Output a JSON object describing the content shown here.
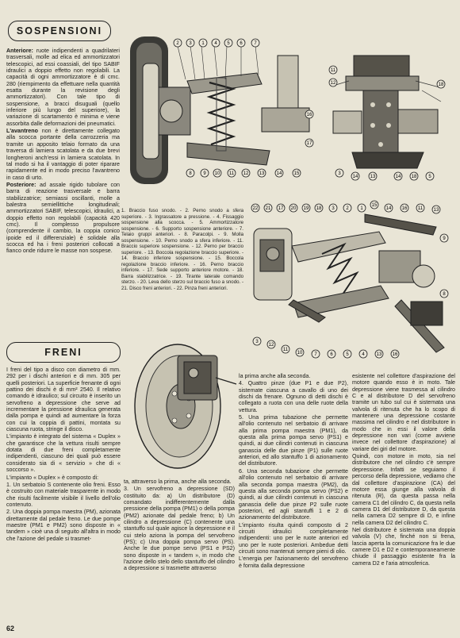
{
  "sospensioni": {
    "title": "SOSPENSIONI",
    "anteriore_label": "Anteriore:",
    "anteriore": "ruote indipendenti a quadrilateri trasversali, molle ad elica ed ammortizzatori telescopici, ad essi coassiali, del tipo SABIF idraulici a doppio effetto non regolabili. La capacità di ogni ammortizzatore è di cmc. 280 (riempimento da effettuare nella quantità esatta durante la revisione degli ammortizzatori). Con tale tipo di sospensione, a bracci disuguali (quello inferiore più lungo del superiore), la variazione di scartamento è minima e viene assorbita dalle deformazioni dei pneumatici.",
    "avantreno_label": "L'avantreno",
    "avantreno": "non è direttamente collegato alla scocca portante della carrozzeria ma tramite un apposito telaio formato da una traversa di lamiera scatolata e da due brevi longheroni anch'essi in lamiera scatolata. In tal modo si ha il vantaggio di poter riparare rapidamente ed in modo preciso l'avantreno in caso di urto.",
    "posteriore_label": "Posteriore:",
    "posteriore": "ad assale rigido tubolare con barra di reazione trasversale e barra stabilizzatrice; semiassi oscillanti, molle a balestra semiellittiche longitudinali; ammortizzatori SABIF, telescopici, idraulici, a doppio effetto non regolabili (capacità 420 cmc). Il complesso propulsore (comprendente il cambio, la coppia conico ipoide ed il differenziale) è solidale alla scocca ed ha i freni posteriori collocati a fianco onde ridurre le masse non sospese.",
    "caption": "1. Braccio fuso snodo. - 2. Perno snodo a sfera superiore. - 3. Ingrassatore a pressione. - 4. Fissaggio sospensione alla scocca. - 5. Ammortizzatore sospensione. - 6. Supporto sospensione anteriore. - 7. Telaio gruppi anteriori. - 8. Paracolpi. - 9. Molla sospensione. - 10. Perno snodo a sfera inferiore. - 11. Braccio superiore sospensione. - 12. Perno per braccio superiore. - 13. Boccola regolazione braccio superiore. - 14. Braccio inferiore sospensione. - 15. Boccola regolazione braccio inferiore. - 16. Perno braccio inferiore. - 17. Sede supporto anteriore motore. - 18. Barra stabilizzatrice. - 19. Tirante laterale comando sterzo. - 20. Leva dello sterzo sul braccio fuso a snodo. - 21. Disco freni anteriori. - 22. Pinza freni anteriori.",
    "callouts_top_left": [
      "2",
      "3",
      "1",
      "4",
      "5",
      "6",
      "7",
      "8",
      "9",
      "10",
      "11",
      "12",
      "13",
      "14",
      "15",
      "16",
      "17"
    ],
    "callouts_top_right": [
      "11",
      "12",
      "18",
      "3",
      "14",
      "13",
      "14",
      "18",
      "5"
    ],
    "callouts_bottom": [
      "22",
      "21",
      "17",
      "20",
      "19",
      "18",
      "3",
      "2",
      "1",
      "15",
      "14",
      "16",
      "11",
      "13",
      "9",
      "3",
      "12",
      "11",
      "10",
      "7",
      "6",
      "5",
      "4",
      "13",
      "16",
      "8"
    ]
  },
  "freni": {
    "title": "FRENI",
    "col1": [
      "I freni del tipo a disco con diametro di mm. 292 per i dischi anteriori e di mm. 305 per quelli posteriori. La superficie frenante di ogni pattino dei dischi è di mm² 2540. Il relativo comando è idraulico; sul circuito è inserito un servofreno a depressione che serve ad incrementare la pressione idraulica generata dalla pompa e quindi ad aumentare la forza con cui la coppia di pattini, montata su ciascuna ruota, stringe il disco.",
      "L'impianto è integrato del sistema « Duplex » che garantisce che la vettura risulti sempre dotata di due freni completamente indipendenti, ciascuno dei quali può essere considerato sia di « servizio » che di « soccorso ».",
      "L'impianto « Duplex » è composto di:",
      "1. Un serbatoio S contenente olio freni. Esso è costruito con materiale trasparente in modo che risulti facilmente visibile il livello dell'olio contenuto.",
      "2. Una doppia pompa maestra (PM), azionata direttamente dal pedale freno. Le due pompe maestre (PM1 e PM2) sono disposte in « tandem » cioè una di seguito all'altra in modo che l'azione del pedale si trasmet-"
    ],
    "col2": [
      "ta, attraverso la prima, anche alla seconda.",
      "3. Un servofreno a depressione (SD) costituito da: a) Un distributore (D) comandato indifferentemente dalla pressione della pompa (PM1) o della pompa (PM2) azionate dal pedale freno; b) Un cilindro a depressione (C) contenente una stantuffo sul quale agisce la depressione e il cui stelo aziona la pompa del servofreno (PS); c) Una doppia pompa servo (PS). Anche le due pompe servo (PS1 e PS2) sono disposte in « tandem », in modo che l'azione dello stelo dello stantuffo del cilindro a depressione si trasmette attraverso"
    ],
    "col3": [
      "la prima anche alla seconda.",
      "4. Quattro pinze (due P1 e due P2), sistemate ciascuna a cavallo di uno dei dischi da frenare. Ognuno di detti dischi è collegato a ruota con una delle ruote della vettura.",
      "5. Una prima tubazione che permette all'olio contenuto nel serbatoio di arrivare alla prima pompa maestra (PM1), da questa alla prima pompa servo (PS1) e quindi, ai due cilindri contenuti in ciascuna ganascia delle due pinze (P1) sulle ruote anteriori, ed allo stantuffo 1 di azionamento del distributore.",
      "6. Una seconda tubazione che permette all'olio contenuto nel serbatoio di arrivare alla seconda pompa maestra (PM2), da questa alla seconda pompa servo (PS2) e quindi, ai due cilindri contenuti in ciascuna ganascia delle due pinze P2 sulle ruote posteriori, ed agli stantuffi 1 e 2 di azionamento del distributore.",
      "L'impianto risulta quindi composto di 2 circuiti idraulici completamente indipendenti: uno per le ruote anteriori ed uno per le ruote posteriori. Ambedue detti circuiti sono mantenuti sempre pieni di olio.",
      "L'energia per l'azionamento del servofreno è fornita dalla depressione"
    ],
    "col4": [
      "esistente nel collettore d'aspirazione del motore quando esso è in moto. Tale depressione viene trasmessa al cilindro C e al distributore D del servofreno tramite un tubo sul cui è sistemata una valvola di ritenuta che ha lo scopo di mantenere una depressione costante massima nel cilindro e nel distributore in modo che in essi il valore della depressione non vari (come avviene invece nel collettore d'aspirazione) al variare dei giri del motore.",
      "Quindi, con motore in moto, sia nel distributore che nel cilindro c'è sempre depressione. Infatti se seguiamo il percorso della depressione, vediamo che dal collettore d'aspirazione (CA) del motore essa giunge alla valvola di ritenuta (R), da questa passa nella camera C1 del cilindro C, da questa nella camera D1 del distributore D, da questa nella camera D2 sempre di D, e infine nella camera D2 del cilindro C.",
      "Nel distributore è sistemata una doppia valvola (V) che, finché non si frena, lascia aperta la comunicazione fra le due camere D1 e D2 e contemporaneamente chiude il passaggio esistente fra la camera D2 e l'aria atmosferica."
    ]
  },
  "page_number": "62"
}
